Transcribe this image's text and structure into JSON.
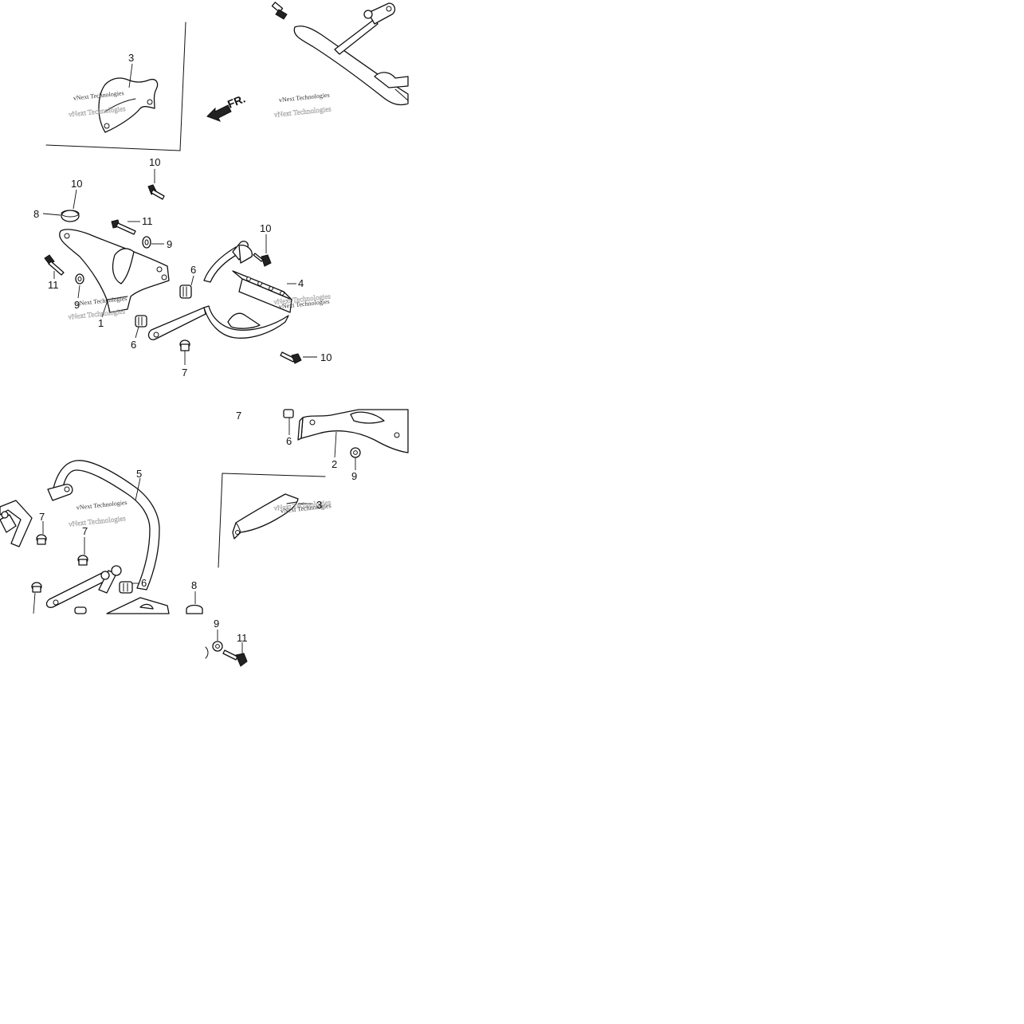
{
  "direction_label": "FR.",
  "watermark": "vNext Technologies",
  "callouts": {
    "c3_top": "3",
    "c10_a": "10",
    "c10_b": "10",
    "c8_a": "8",
    "c11_a": "11",
    "c9_a": "9",
    "c10_c": "10",
    "c11_b": "11",
    "c6_a": "6",
    "c4": "4",
    "c9_b": "9",
    "c1": "1",
    "c6_b": "6",
    "c7_a": "7",
    "c10_d": "10",
    "c7_b": "7",
    "c6_c": "6",
    "c2": "2",
    "c9_c": "9",
    "c5": "5",
    "c3_bottom": "3",
    "c7_c": "7",
    "c7_d": "7",
    "c6_d": "6",
    "c8_b": "8",
    "c9_d": "9",
    "c11_c": "11"
  }
}
